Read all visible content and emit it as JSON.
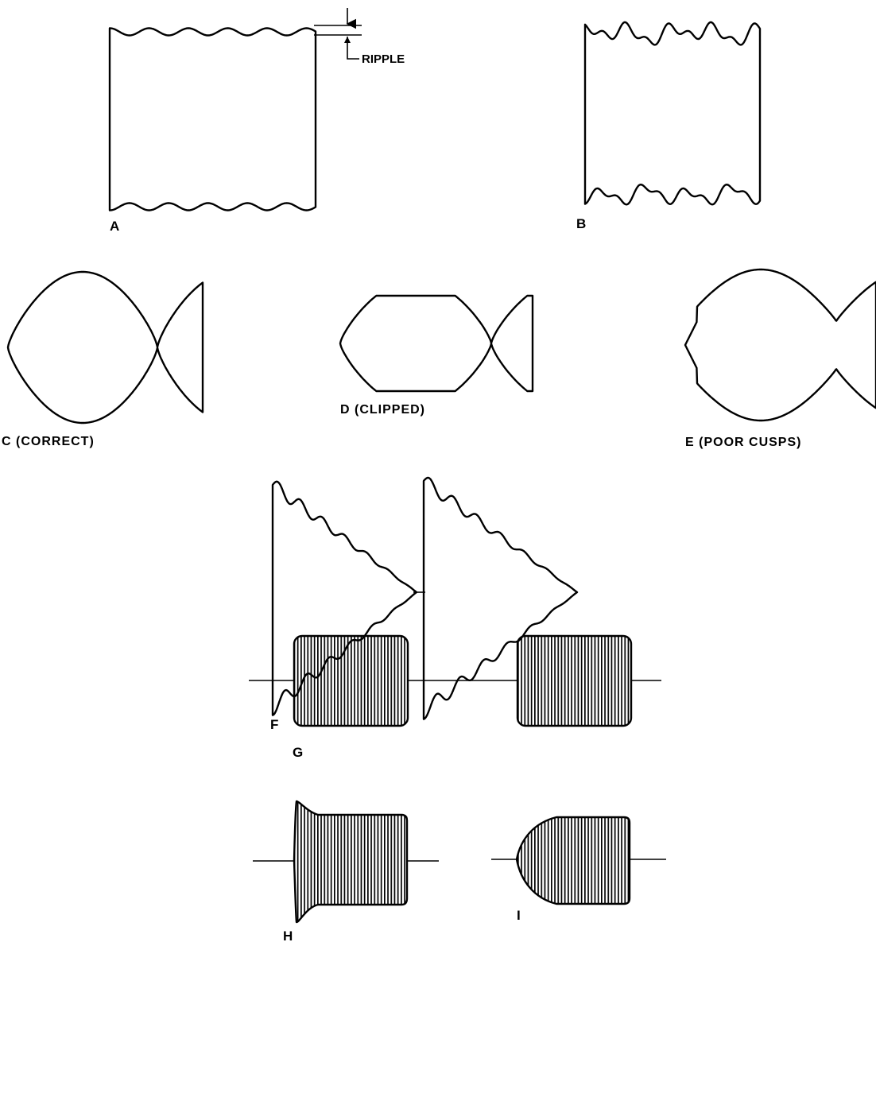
{
  "figure": {
    "panels": [
      {
        "id": "A",
        "label": "A",
        "description": "Modulated carrier with ripple on the envelope"
      },
      {
        "id": "B",
        "label": "B",
        "description": "Carrier with irregular amplitude envelope"
      },
      {
        "id": "C",
        "label": "C (CORRECT)",
        "description": "Correct modulation envelope"
      },
      {
        "id": "D",
        "label": "D (CLIPPED)",
        "description": "Clipped envelope"
      },
      {
        "id": "E",
        "label": "E (POOR CUSPS)",
        "description": "Envelope with poor cusps"
      },
      {
        "id": "F",
        "label": "F",
        "description": "Decaying oscillatory envelope"
      },
      {
        "id": "G",
        "label": "G",
        "description": "Keyed pulses with square shape"
      },
      {
        "id": "H",
        "label": "H",
        "description": "Keyed pulse with overshoot at start"
      },
      {
        "id": "I",
        "label": "I",
        "description": "Keyed pulse with slow rise"
      }
    ],
    "annotations": {
      "ripple": "RIPPLE"
    }
  }
}
